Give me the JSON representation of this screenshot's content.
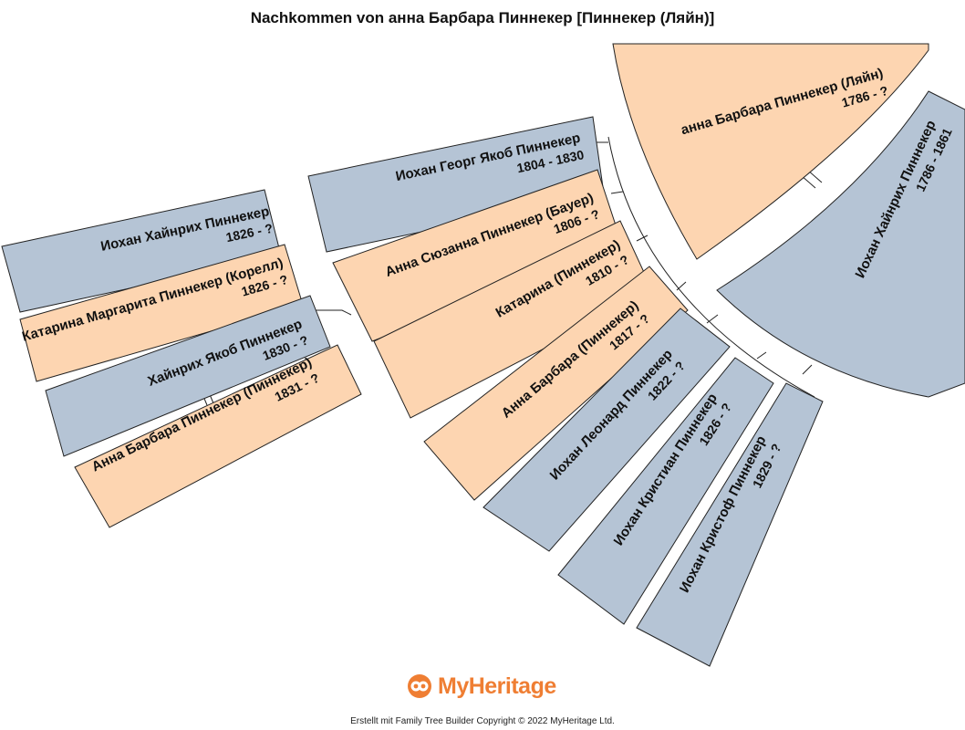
{
  "title": "Nachkommen von анна Барбара Пиннекер [Пиннекер (Ляйн)]",
  "persons": {
    "root": {
      "name": "анна Барбара Пиннекер (Ляйн)",
      "dates": "1786 - ?",
      "gender": "female"
    },
    "spouse": {
      "name": "Иохан Хайнрих Пиннекер",
      "dates": "1786 - 1861",
      "gender": "male"
    },
    "c1": {
      "name": "Иохан Георг Якоб Пиннекер",
      "dates": "1804 - 1830",
      "gender": "male"
    },
    "c2": {
      "name": "Анна Сюзанна Пиннекер (Бауер)",
      "dates": "1806 - ?",
      "gender": "female"
    },
    "c3": {
      "name": "Катарина  (Пиннекер)",
      "dates": "1810 - ?",
      "gender": "female"
    },
    "c4": {
      "name": "Анна Барбара  (Пиннекер)",
      "dates": "1817 - ?",
      "gender": "female"
    },
    "c5": {
      "name": "Иохан Леонард Пиннекер",
      "dates": "1822 - ?",
      "gender": "male"
    },
    "c6": {
      "name": "Иохан Кристиан Пиннекер",
      "dates": "1826 - ?",
      "gender": "male"
    },
    "c7": {
      "name": "Иохан Кристоф Пиннекер",
      "dates": "1829 - ?",
      "gender": "male"
    },
    "g1": {
      "name": "Иохан Хайнрих Пиннекер",
      "dates": "1826 - ?",
      "gender": "male"
    },
    "g2": {
      "name": "Катарина Маргарита Пиннекер (Корелл)",
      "dates": "1826 - ?",
      "gender": "female"
    },
    "g3": {
      "name": "Хайнрих Якоб Пиннекер",
      "dates": "1830 - ?",
      "gender": "male"
    },
    "g4": {
      "name": "Анна Барбара Пиннекер (Пиннекер)",
      "dates": "1831 - ?",
      "gender": "female"
    }
  },
  "colors": {
    "female": "#fdd5b1",
    "male": "#b5c4d5",
    "border": "#222222",
    "brand": "#ef7e33"
  },
  "logo": {
    "text": "MyHeritage",
    "icon": "myheritage-logo-icon"
  },
  "footer": "Erstellt mit Family Tree Builder Copyright © 2022 MyHeritage Ltd."
}
